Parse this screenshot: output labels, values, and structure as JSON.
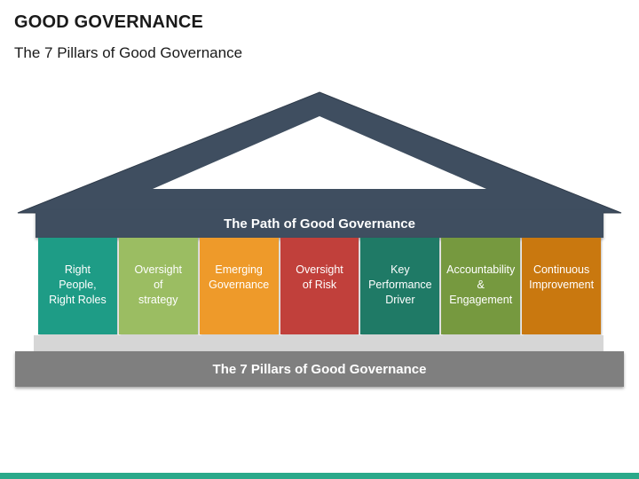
{
  "header": {
    "title": "GOOD GOVERNANCE",
    "subtitle": "The 7 Pillars of Good Governance"
  },
  "diagram": {
    "beam_label": "The Path of Good Governance",
    "base_label": "The 7 Pillars of Good Governance",
    "roof_color": "#3f4e60",
    "base_color": "#7f7f7f",
    "pillars": [
      {
        "label": "Right\nPeople,\nRight Roles",
        "color": "#1e9c86"
      },
      {
        "label": "Oversight\nof\nstrategy",
        "color": "#9bbd62"
      },
      {
        "label": "Emerging\nGovernance",
        "color": "#ee9a2a"
      },
      {
        "label": "Oversight\nof Risk",
        "color": "#c1403b"
      },
      {
        "label": "Key\nPerformance\nDriver",
        "color": "#1f7a66"
      },
      {
        "label": "Accountability\n&\nEngagement",
        "color": "#76993f"
      },
      {
        "label": "Continuous\nImprovement",
        "color": "#c9780f"
      }
    ]
  },
  "footer": {
    "accent_color": "#2aa98a"
  }
}
